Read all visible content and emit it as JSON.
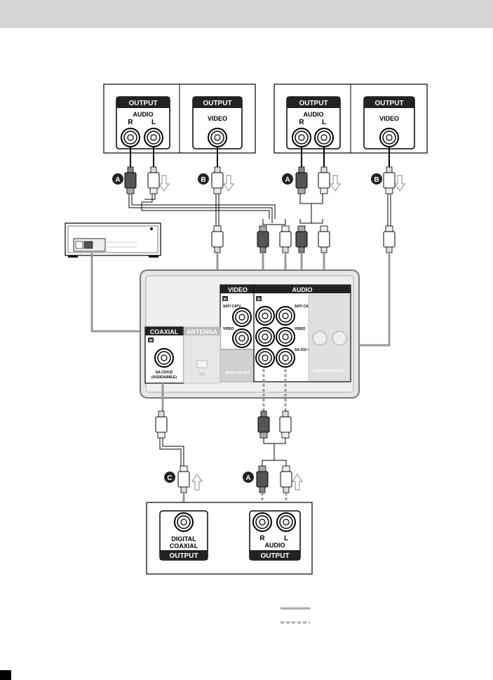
{
  "sources": [
    {
      "audio_panel": {
        "header": "OUTPUT",
        "title": "AUDIO",
        "jack_right": "R",
        "jack_left": "L"
      },
      "video_panel": {
        "header": "OUTPUT",
        "title": "VIDEO"
      },
      "cable_a_marker": "A",
      "cable_b_marker": "B"
    },
    {
      "audio_panel": {
        "header": "OUTPUT",
        "title": "AUDIO",
        "jack_right": "R",
        "jack_left": "L"
      },
      "video_panel": {
        "header": "OUTPUT",
        "title": "VIDEO"
      },
      "cable_a_marker": "A",
      "cable_b_marker": "B"
    }
  ],
  "receiver": {
    "video_section": {
      "header": "VIDEO",
      "in_badge": "IN",
      "sat_label": "SAT/ CATV",
      "video_label": "VIDEO",
      "monitor_label": "MONITOR OUT"
    },
    "audio_section": {
      "header": "AUDIO",
      "in_badge": "IN",
      "sat_label": "SAT/ CATV",
      "video_label": "VIDEO",
      "sacd_label": "SA-CD/ CD",
      "subwoofer_label": "SUBWOOFER OUT"
    },
    "coaxial_section": {
      "header": "COAXIAL",
      "in_badge": "IN",
      "sacd_label": "SA-CD/CD",
      "assignable_label": "(ASSIGNABLE)"
    },
    "antenna_section": {
      "header": "ANTENNA",
      "fm_label": "FM"
    }
  },
  "sacd_player": {
    "digital_label_1": "DIGITAL",
    "digital_label_2": "COAXIAL",
    "digital_output": "OUTPUT",
    "audio_right": "R",
    "audio_left": "L",
    "audio_label": "AUDIO",
    "audio_output": "OUTPUT",
    "cable_c_marker": "C",
    "cable_a_marker": "A"
  },
  "legend": {
    "solid_line_color": "#a9a9a9",
    "dashed_line_color": "#a9a9a9"
  }
}
